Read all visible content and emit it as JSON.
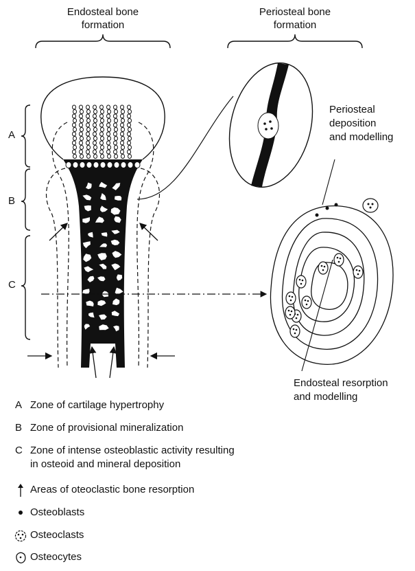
{
  "labels": {
    "endosteal_formation": "Endosteal bone\nformation",
    "periosteal_formation": "Periosteal bone\nformation",
    "periosteal_deposition": "Periosteal\ndeposition\nand modelling",
    "endosteal_resorption": "Endosteal resorption\nand modelling"
  },
  "zone_letters": [
    "A",
    "B",
    "C"
  ],
  "legend": [
    {
      "key": "A",
      "text": "Zone of cartilage hypertrophy"
    },
    {
      "key": "B",
      "text": "Zone of provisional mineralization"
    },
    {
      "key": "C",
      "text": "Zone of intense osteoblastic activity resulting\nin osteoid and mineral deposition"
    },
    {
      "icon": "arrow-icon",
      "text": "Areas of oteoclastic bone resorption"
    },
    {
      "icon": "osteoblast-dot-icon",
      "text": "Osteoblasts"
    },
    {
      "icon": "osteoclast-icon",
      "text": "Osteoclasts"
    },
    {
      "icon": "osteocyte-icon",
      "text": "Osteocytes"
    }
  ]
}
